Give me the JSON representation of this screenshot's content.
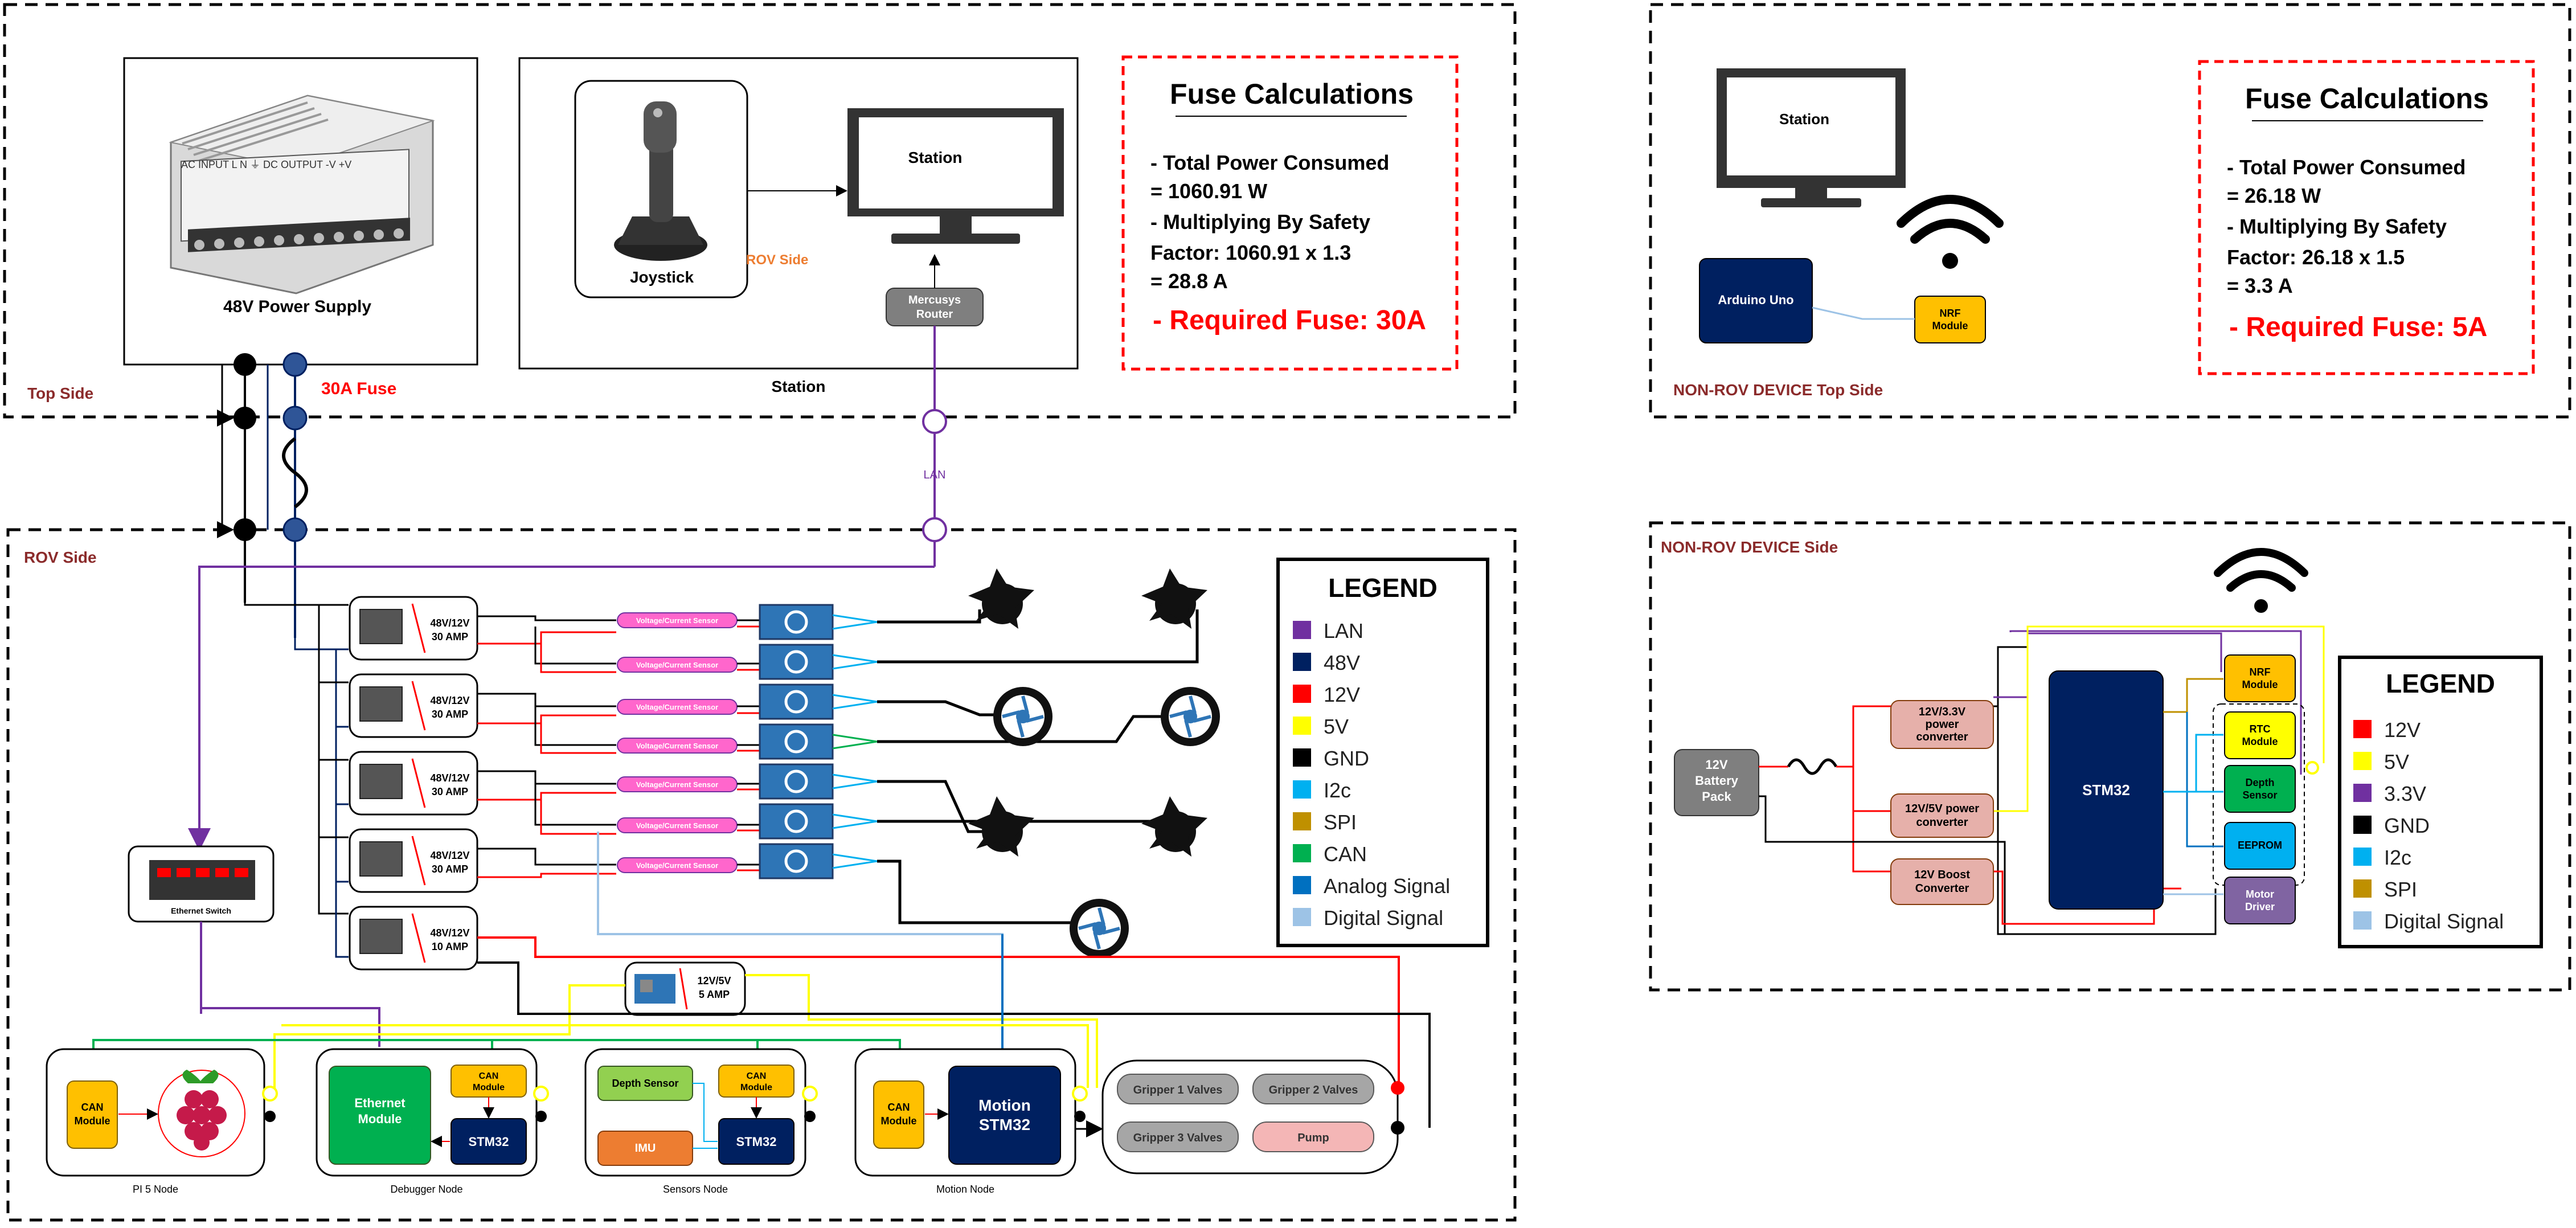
{
  "top_side": {
    "label": "Top Side",
    "psu_label": "48V Power Supply",
    "psu_terminals": "AC INPUT  L  N  ⏚   DC OUTPUT  -V  +V",
    "fuse_label": "30A Fuse",
    "station_box_label": "Station",
    "joystick_label": "Joystick",
    "monitor_label": "Station",
    "rov_side_label": "ROV Side",
    "router_label_1": "Mercusys",
    "router_label_2": "Router",
    "lan_label": "LAN"
  },
  "fuse_calc_left": {
    "title": "Fuse Calculations",
    "line1": "- Total Power Consumed",
    "line2": "=  1060.91 W",
    "line3": "- Multiplying By Safety",
    "line4": "Factor: 1060.91 x 1.3",
    "line5": "=     28.8 A",
    "result": "- Required Fuse: 30A"
  },
  "non_rov_top": {
    "label": "NON-ROV DEVICE Top Side",
    "monitor_label": "Station",
    "arduino_label": "Arduino Uno",
    "nrf_label_1": "NRF",
    "nrf_label_2": "Module"
  },
  "fuse_calc_right": {
    "title": "Fuse Calculations",
    "line1": "- Total Power Consumed",
    "line2": "=  26.18 W",
    "line3": "- Multiplying By Safety",
    "line4": "Factor: 26.18 x 1.5",
    "line5": "=     3.3 A",
    "result": "- Required Fuse: 5A"
  },
  "rov_side": {
    "label": "ROV Side",
    "converters": [
      {
        "l1": "48V/12V",
        "l2": "30 AMP"
      },
      {
        "l1": "48V/12V",
        "l2": "30 AMP"
      },
      {
        "l1": "48V/12V",
        "l2": "30 AMP"
      },
      {
        "l1": "48V/12V",
        "l2": "30 AMP"
      },
      {
        "l1": "48V/12V",
        "l2": "10 AMP"
      }
    ],
    "sensor_label": "Voltage/Current Sensor",
    "ethernet_switch_label": "Ethernet Switch",
    "buck_l1": "12V/5V",
    "buck_l2": "5 AMP",
    "pi_node": {
      "label": "PI 5 Node",
      "can_1": "CAN",
      "can_2": "Module"
    },
    "debugger_node": {
      "label": "Debugger Node",
      "eth_1": "Ethernet",
      "eth_2": "Module",
      "can_1": "CAN",
      "can_2": "Module",
      "stm": "STM32"
    },
    "sensors_node": {
      "label": "Sensors Node",
      "depth": "Depth Sensor",
      "can_1": "CAN",
      "can_2": "Module",
      "imu": "IMU",
      "stm": "STM32"
    },
    "motion_node": {
      "label": "Motion Node",
      "can_1": "CAN",
      "can_2": "Module",
      "motion_1": "Motion",
      "motion_2": "STM32"
    },
    "actuators": {
      "g1": "Gripper 1 Valves",
      "g2": "Gripper 2 Valves",
      "g3": "Gripper 3 Valves",
      "pump": "Pump"
    }
  },
  "legend_left": {
    "title": "LEGEND",
    "items": [
      {
        "label": "LAN",
        "color": "#7030a0"
      },
      {
        "label": "48V",
        "color": "#002060"
      },
      {
        "label": "12V",
        "color": "#ff0000"
      },
      {
        "label": "5V",
        "color": "#ffff00"
      },
      {
        "label": "GND",
        "color": "#000000"
      },
      {
        "label": "I2c",
        "color": "#00b0f0"
      },
      {
        "label": "SPI",
        "color": "#bf9000"
      },
      {
        "label": "CAN",
        "color": "#00b050"
      },
      {
        "label": "Analog Signal",
        "color": "#0070c0"
      },
      {
        "label": "Digital Signal",
        "color": "#9dc3e6"
      }
    ]
  },
  "non_rov_side": {
    "label": "NON-ROV DEVICE Side",
    "battery_1": "12V",
    "battery_2": "Battery",
    "battery_3": "Pack",
    "conv33_1": "12V/3.3V",
    "conv33_2": "power",
    "conv33_3": "converter",
    "conv5_1": "12V/5V power",
    "conv5_2": "converter",
    "boost_1": "12V Boost",
    "boost_2": "Converter",
    "stm": "STM32",
    "nrf_1": "NRF",
    "nrf_2": "Module",
    "rtc_1": "RTC",
    "rtc_2": "Module",
    "depth_1": "Depth",
    "depth_2": "Sensor",
    "eeprom": "EEPROM",
    "motor_1": "Motor",
    "motor_2": "Driver"
  },
  "legend_right": {
    "title": "LEGEND",
    "items": [
      {
        "label": "12V",
        "color": "#ff0000"
      },
      {
        "label": "5V",
        "color": "#ffff00"
      },
      {
        "label": "3.3V",
        "color": "#7030a0"
      },
      {
        "label": "GND",
        "color": "#000000"
      },
      {
        "label": "I2c",
        "color": "#00b0f0"
      },
      {
        "label": "SPI",
        "color": "#bf9000"
      },
      {
        "label": "Digital Signal",
        "color": "#9dc3e6"
      }
    ]
  },
  "colors": {
    "accent_red": "#ff0000",
    "label_brown": "#8b2b2b",
    "node_navy": "#002060",
    "can_orange": "#ffc000",
    "sensor_pink": "#ff66cc",
    "esc_blue": "#2e75b6"
  }
}
